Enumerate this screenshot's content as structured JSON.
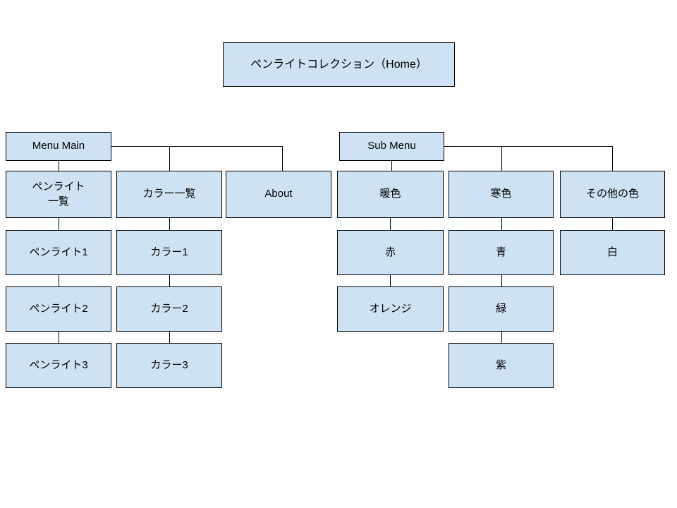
{
  "colors": {
    "canvas": "#ffffff",
    "box_fill": "#cfe2f3",
    "box_border": "#000000",
    "text": "#000000",
    "line": "#000000"
  },
  "nodes": {
    "home": "ペンライトコレクション（Home）",
    "menu_main": "Menu Main",
    "pen_list": "ペンライト\n一覧",
    "color_list": "カラー一覧",
    "about": "About",
    "pen1": "ペンライト1",
    "pen2": "ペンライト2",
    "pen3": "ペンライト3",
    "color1": "カラー1",
    "color2": "カラー2",
    "color3": "カラー3",
    "sub_menu": "Sub Menu",
    "warm": "暖色",
    "cool": "寒色",
    "other": "その他の色",
    "red": "赤",
    "orange": "オレンジ",
    "blue": "青",
    "green": "緑",
    "purple": "紫",
    "white": "白"
  },
  "edges": [
    [
      "menu_main",
      "pen_list"
    ],
    [
      "menu_main",
      "color_list"
    ],
    [
      "menu_main",
      "about"
    ],
    [
      "pen_list",
      "pen1"
    ],
    [
      "pen1",
      "pen2"
    ],
    [
      "pen2",
      "pen3"
    ],
    [
      "color_list",
      "color1"
    ],
    [
      "color1",
      "color2"
    ],
    [
      "color2",
      "color3"
    ],
    [
      "sub_menu",
      "warm"
    ],
    [
      "sub_menu",
      "cool"
    ],
    [
      "sub_menu",
      "other"
    ],
    [
      "warm",
      "red"
    ],
    [
      "red",
      "orange"
    ],
    [
      "cool",
      "blue"
    ],
    [
      "blue",
      "green"
    ],
    [
      "green",
      "purple"
    ],
    [
      "other",
      "white"
    ]
  ]
}
